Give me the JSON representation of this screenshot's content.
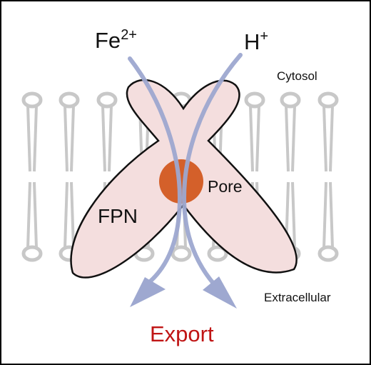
{
  "labels": {
    "iron_ion": "Fe",
    "iron_charge": "2+",
    "proton_ion": "H",
    "proton_charge": "+",
    "cytosol": "Cytosol",
    "pore": "Pore",
    "transporter": "FPN",
    "extracellular": "Extracellular",
    "export": "Export"
  },
  "colors": {
    "lipid": "#c8c8c8",
    "protein_fill": "#f4dede",
    "protein_outline": "#111111",
    "pore": "#d4602a",
    "arrow": "#9ea8d0",
    "export_text": "#c01515",
    "text": "#111111"
  },
  "icons": {
    "lipid": "phospholipid-icon",
    "protein": "ferroportin-shape",
    "pore": "pore-circle",
    "flow": "curved-arrow"
  }
}
